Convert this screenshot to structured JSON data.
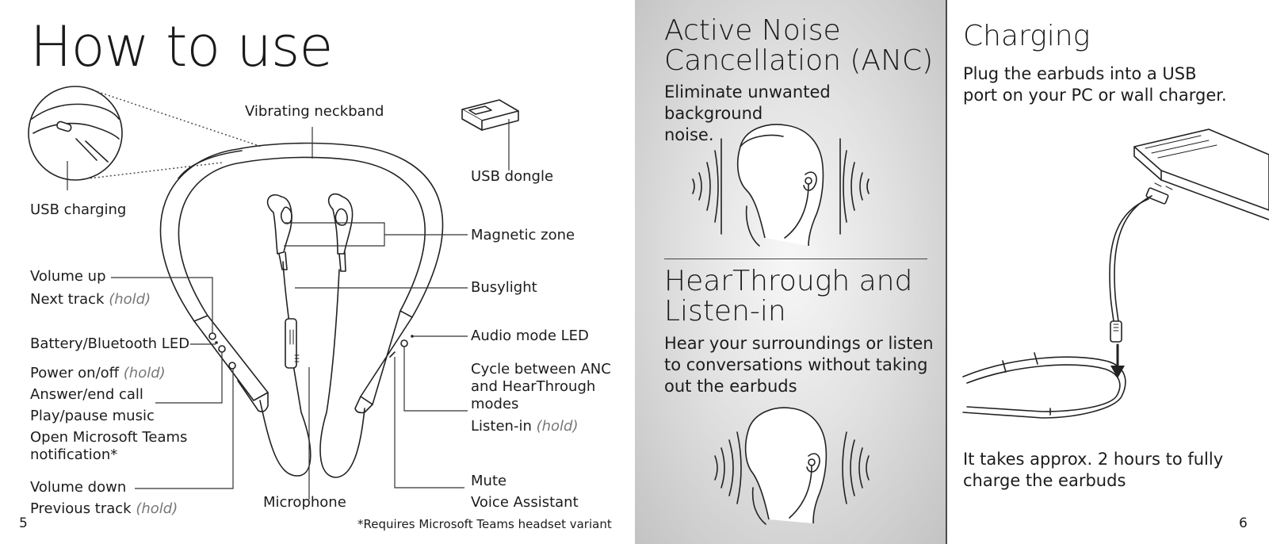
{
  "left": {
    "title": "How to use",
    "labels": {
      "vibrating_neckband": "Vibrating neckband",
      "usb_dongle": "USB dongle",
      "usb_charging": "USB charging",
      "magnetic_zone": "Magnetic zone",
      "volume_up": "Volume up",
      "next_track": "Next track",
      "busylight": "Busylight",
      "battery_led": "Battery/Bluetooth LED",
      "audio_mode_led": "Audio mode LED",
      "power": "Power on/off",
      "answer_end": "Answer/end call",
      "play_pause": "Play/pause music",
      "teams_line1": "Open Microsoft Teams",
      "teams_line2": "notification*",
      "cycle_line1": "Cycle between ANC",
      "cycle_line2": "and HearThrough",
      "cycle_line3": "modes",
      "listen_in": "Listen-in",
      "volume_down": "Volume down",
      "previous_track": "Previous track",
      "microphone": "Microphone",
      "mute": "Mute",
      "voice_assistant": "Voice Assistant",
      "hold": "(hold)"
    },
    "footnote": "*Requires Microsoft Teams headset variant",
    "page_number": "5"
  },
  "middle": {
    "anc_title_line1": "Active Noise",
    "anc_title_line2": "Cancellation (ANC)",
    "anc_text_line1": "Eliminate unwanted background",
    "anc_text_line2": "noise.",
    "hear_title_line1": "HearThrough and",
    "hear_title_line2": "Listen-in",
    "hear_text_line1": "Hear your surroundings or listen",
    "hear_text_line2": "to conversations without taking",
    "hear_text_line3": "out the earbuds"
  },
  "right": {
    "title": "Charging",
    "intro_line1": "Plug the earbuds into a USB",
    "intro_line2": "port on your PC or wall charger.",
    "bottom_line1": "It takes approx. 2 hours to fully",
    "bottom_line2": "charge the earbuds",
    "page_number": "6"
  }
}
